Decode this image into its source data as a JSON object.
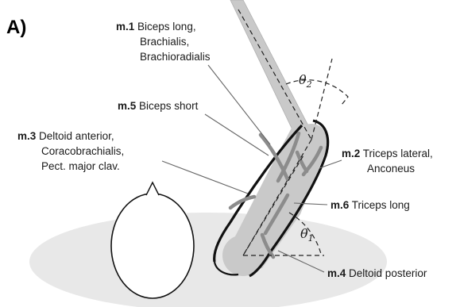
{
  "panel_label": "A)",
  "colors": {
    "shadow": "#e8e8e8",
    "bone": "#c9c9c9",
    "muscle": "#8c8c8c",
    "outline": "#111111",
    "leader": "#666666"
  },
  "angles": {
    "theta2": {
      "symbol": "θ",
      "sub": "2"
    },
    "theta1": {
      "symbol": "θ",
      "sub": "1"
    }
  },
  "muscles": {
    "m1": {
      "id": "m.1",
      "lines": [
        "Biceps long,",
        "Brachialis,",
        "Brachioradialis"
      ]
    },
    "m5": {
      "id": "m.5",
      "lines": [
        "Biceps short"
      ]
    },
    "m3": {
      "id": "m.3",
      "lines": [
        "Deltoid anterior,",
        "Coracobrachialis,",
        "Pect. major clav."
      ]
    },
    "m2": {
      "id": "m.2",
      "lines": [
        "Triceps lateral,",
        "Anconeus"
      ]
    },
    "m6": {
      "id": "m.6",
      "lines": [
        "Triceps long"
      ]
    },
    "m4": {
      "id": "m.4",
      "lines": [
        "Deltoid posterior"
      ]
    }
  }
}
